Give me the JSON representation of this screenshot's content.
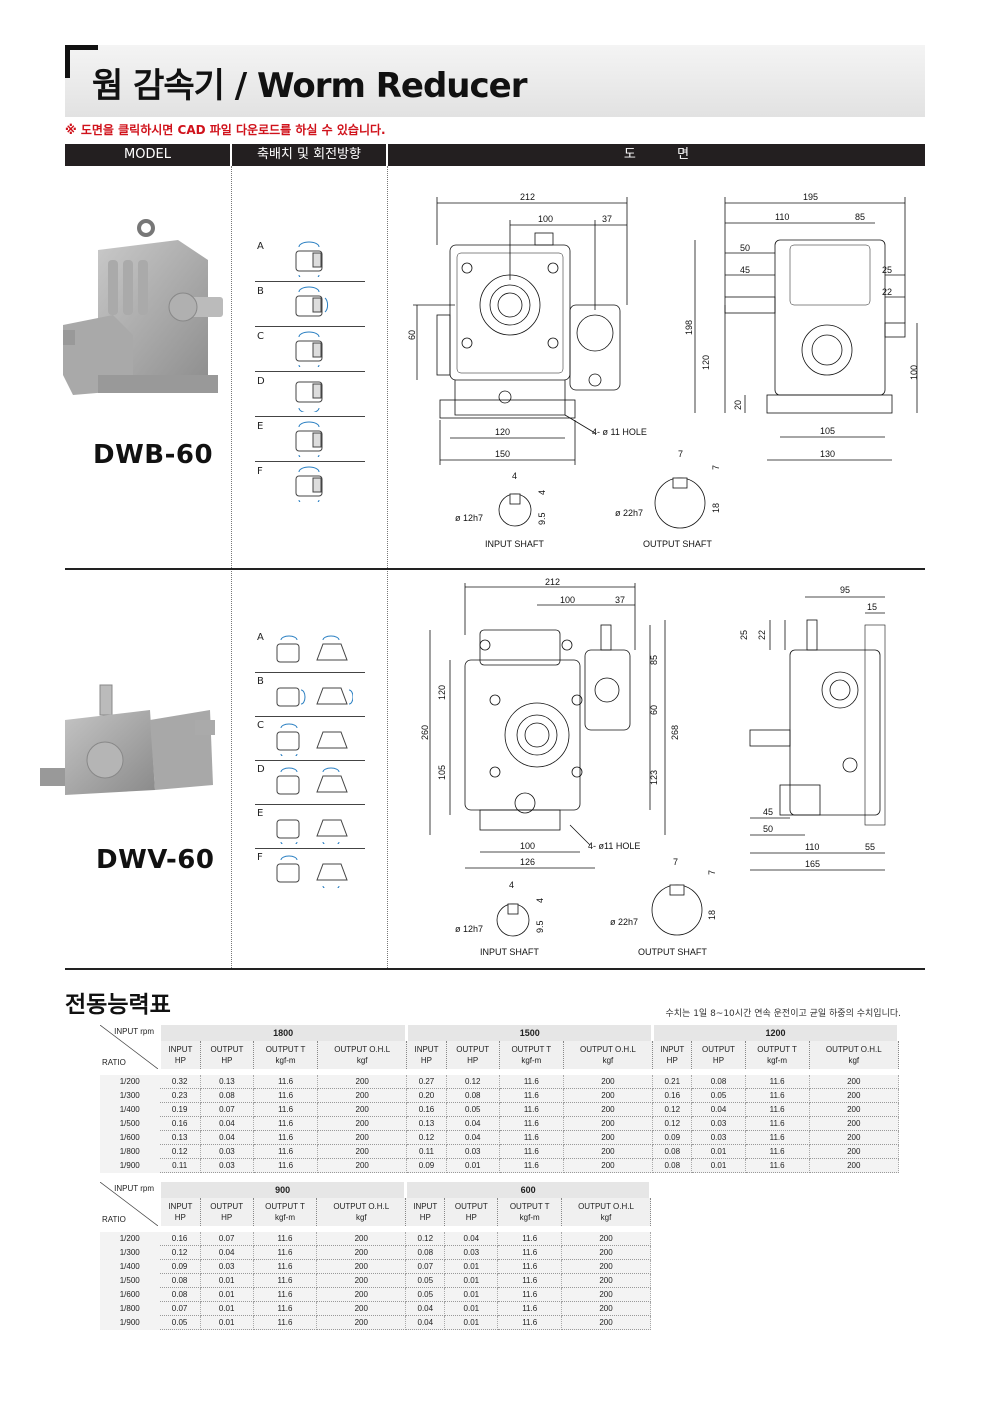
{
  "title": "웜 감속기 / Worm Reducer",
  "notice": "※ 도면을 클릭하시면 CAD 파일 다운로드를 하실 수 있습니다.",
  "headers": {
    "model": "MODEL",
    "arrangement": "축배치 및 회전방향",
    "drawing": "도          면"
  },
  "arrangement_labels": [
    "A",
    "B",
    "C",
    "D",
    "E",
    "F"
  ],
  "models": [
    {
      "name": "DWB-60",
      "front_dims": {
        "w212": "212",
        "d100": "100",
        "d37": "37",
        "h60": "60",
        "b120": "120",
        "b150": "150",
        "hole": "4- ø 11 HOLE"
      },
      "side_dims": {
        "w195": "195",
        "d110": "110",
        "d85": "85",
        "d50": "50",
        "d45": "45",
        "d25": "25",
        "d22": "22",
        "h198": "198",
        "h120": "120",
        "h20": "20",
        "h100": "100",
        "b105": "105",
        "b130": "130"
      },
      "shafts": {
        "in_d": "ø 12h7",
        "in_k": "4",
        "in_t": "4",
        "in_h": "9.5",
        "in_label": "INPUT SHAFT",
        "out_d": "ø 22h7",
        "out_k": "7",
        "out_t": "7",
        "out_h": "18",
        "out_label": "OUTPUT SHAFT"
      }
    },
    {
      "name": "DWV-60",
      "front_dims": {
        "w212": "212",
        "d100": "100",
        "d37": "37",
        "h260": "260",
        "h120": "120",
        "h105": "105",
        "h85": "85",
        "h60": "60",
        "h268": "268",
        "h123": "123",
        "b100": "100",
        "b126": "126",
        "hole": "4- ø11 HOLE"
      },
      "side_dims": {
        "w95": "95",
        "d15": "15",
        "d25": "25",
        "d22": "22",
        "d45": "45",
        "d50": "50",
        "b110": "110",
        "b55": "55",
        "b165": "165"
      },
      "shafts": {
        "in_d": "ø 12h7",
        "in_k": "4",
        "in_t": "4",
        "in_h": "9.5",
        "in_label": "INPUT SHAFT",
        "out_d": "ø 22h7",
        "out_k": "7",
        "out_t": "7",
        "out_h": "18",
        "out_label": "OUTPUT SHAFT"
      }
    }
  ],
  "performance": {
    "section_title": "전동능력표",
    "note": "수치는 1일 8~10시간 연속 운전이고 균일 하중의 수치입니다.",
    "corner_top": "INPUT rpm",
    "corner_bottom": "RATIO",
    "subheaders": [
      [
        "INPUT",
        "HP"
      ],
      [
        "OUTPUT",
        "HP"
      ],
      [
        "OUTPUT T",
        "kgf-m"
      ],
      [
        "OUTPUT O.H.L",
        "kgf"
      ]
    ],
    "ratios": [
      "1/200",
      "1/300",
      "1/400",
      "1/500",
      "1/600",
      "1/800",
      "1/900"
    ],
    "table1": {
      "rpms": [
        "1800",
        "1500",
        "1200"
      ],
      "rows": [
        [
          "0.32",
          "0.13",
          "11.6",
          "200",
          "0.27",
          "0.12",
          "11.6",
          "200",
          "0.21",
          "0.08",
          "11.6",
          "200"
        ],
        [
          "0.23",
          "0.08",
          "11.6",
          "200",
          "0.20",
          "0.08",
          "11.6",
          "200",
          "0.16",
          "0.05",
          "11.6",
          "200"
        ],
        [
          "0.19",
          "0.07",
          "11.6",
          "200",
          "0.16",
          "0.05",
          "11.6",
          "200",
          "0.12",
          "0.04",
          "11.6",
          "200"
        ],
        [
          "0.16",
          "0.04",
          "11.6",
          "200",
          "0.13",
          "0.04",
          "11.6",
          "200",
          "0.12",
          "0.03",
          "11.6",
          "200"
        ],
        [
          "0.13",
          "0.04",
          "11.6",
          "200",
          "0.12",
          "0.04",
          "11.6",
          "200",
          "0.09",
          "0.03",
          "11.6",
          "200"
        ],
        [
          "0.12",
          "0.03",
          "11.6",
          "200",
          "0.11",
          "0.03",
          "11.6",
          "200",
          "0.08",
          "0.01",
          "11.6",
          "200"
        ],
        [
          "0.11",
          "0.03",
          "11.6",
          "200",
          "0.09",
          "0.01",
          "11.6",
          "200",
          "0.08",
          "0.01",
          "11.6",
          "200"
        ]
      ]
    },
    "table2": {
      "rpms": [
        "900",
        "600"
      ],
      "rows": [
        [
          "0.16",
          "0.07",
          "11.6",
          "200",
          "0.12",
          "0.04",
          "11.6",
          "200"
        ],
        [
          "0.12",
          "0.04",
          "11.6",
          "200",
          "0.08",
          "0.03",
          "11.6",
          "200"
        ],
        [
          "0.09",
          "0.03",
          "11.6",
          "200",
          "0.07",
          "0.01",
          "11.6",
          "200"
        ],
        [
          "0.08",
          "0.01",
          "11.6",
          "200",
          "0.05",
          "0.01",
          "11.6",
          "200"
        ],
        [
          "0.08",
          "0.01",
          "11.6",
          "200",
          "0.05",
          "0.01",
          "11.6",
          "200"
        ],
        [
          "0.07",
          "0.01",
          "11.6",
          "200",
          "0.04",
          "0.01",
          "11.6",
          "200"
        ],
        [
          "0.05",
          "0.01",
          "11.6",
          "200",
          "0.04",
          "0.01",
          "11.6",
          "200"
        ]
      ]
    }
  }
}
